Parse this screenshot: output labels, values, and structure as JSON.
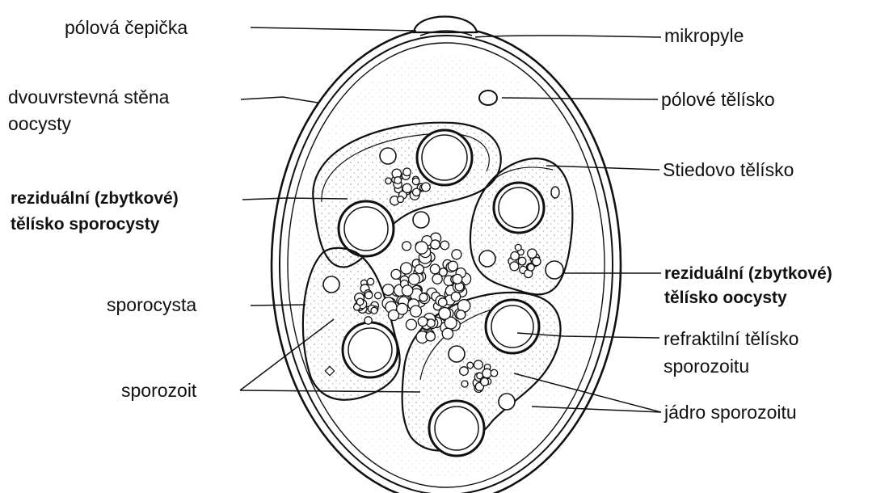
{
  "labels": {
    "polova_cepicka": "pólová čepička",
    "mikropyle": "mikropyle",
    "dvouvrstevna_stena_1": "dvouvrstevná stěna",
    "dvouvrstevna_stena_2": "oocysty",
    "polove_telisko": "pólové tělísko",
    "stiedovo_telisko": "Stiedovo tělísko",
    "rezidualni_sporocysty_1": "reziduální (zbytkové)",
    "rezidualni_sporocysty_2": "tělísko sporocysty",
    "rezidualni_oocysty_1": "reziduální (zbytkové)",
    "rezidualni_oocysty_2": "tělísko oocysty",
    "sporocysta": "sporocysta",
    "refraktilni_1": "refraktilní tělísko",
    "refraktilni_2": "sporozoitu",
    "sporozoit": "sporozoit",
    "jadro_sporozoitu": "jádro sporozoitu"
  },
  "colors": {
    "ink": "#111111",
    "background": "#ffffff",
    "stipple": "#555555"
  }
}
